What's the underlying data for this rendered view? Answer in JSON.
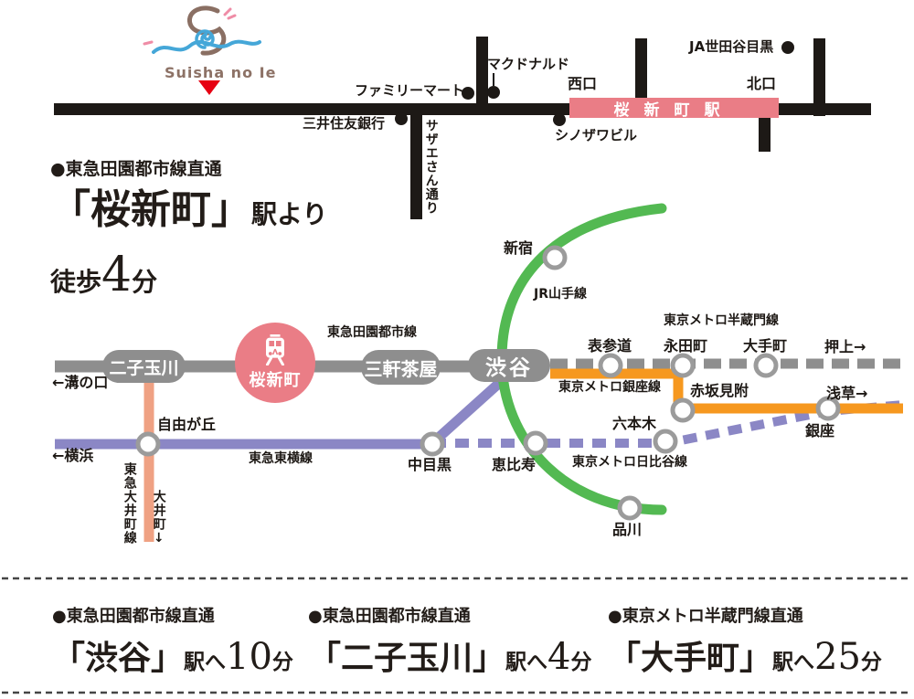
{
  "colors": {
    "pink": "#ea7d86",
    "line_gray": "#8e8e8e",
    "purple": "#8b87c5",
    "orange": "#f6981f",
    "green": "#53b952",
    "salmon": "#efa183",
    "road_black": "#1d1916",
    "marker_red": "#e60012",
    "logo_brown": "#8d7266",
    "logo_blue": "#45a7d8"
  },
  "logo": {
    "text": "Suisha no Ie"
  },
  "street_map": {
    "familymart": "ファミリーマート",
    "mcdonalds": "マクドナルド",
    "smbc_bank": "三井住友銀行",
    "sazae_street": "サザエさん通り",
    "west_exit": "西口",
    "north_exit": "北口",
    "station_box": "桜新町駅",
    "shinozawa_bldg": "シノザワビル",
    "ja_setagaya": "JA世田谷目黒"
  },
  "headline": {
    "line_note": "●東急田園都市線直通",
    "station": "「桜新町」",
    "from_suffix": "駅より",
    "walk_prefix": "徒歩",
    "minutes": "4",
    "unit": "分"
  },
  "rail_map": {
    "line_labels": {
      "denentoshi": "東急田園都市線",
      "yamanote": "JR山手線",
      "hanzomon": "東京メトロ半蔵門線",
      "ginza": "東京メトロ銀座線",
      "hibiya": "東京メトロ日比谷線",
      "toyoko": "東急東横線",
      "oimachi": "東急大井町線"
    },
    "stations": {
      "futakotamagawa": "二子玉川",
      "sakurashinmachi": "桜新町",
      "sangenjaya": "三軒茶屋",
      "shibuya": "渋谷",
      "shinjuku": "新宿",
      "jiyugaoka": "自由が丘",
      "nakameguro": "中目黒",
      "ebisu": "恵比寿",
      "roppongi": "六本木",
      "shinagawa": "品川",
      "omotesando": "表参道",
      "nagatacho": "永田町",
      "otemachi": "大手町",
      "akasaka_mitsuke": "赤坂見附",
      "ginza": "銀座"
    },
    "directions": {
      "mizonokuchi": "←溝の口",
      "yokohama": "←横浜",
      "oimachi_dir": "大井町↓",
      "oshiage": "押上→",
      "asakusa": "浅草→"
    }
  },
  "access_notes": [
    {
      "line_note": "●東急田園都市線直通",
      "station": "「渋谷」",
      "to_suffix": "駅へ",
      "minutes": "10",
      "unit": "分"
    },
    {
      "line_note": "●東急田園都市線直通",
      "station": "「二子玉川」",
      "to_suffix": "駅へ",
      "minutes": "4",
      "unit": "分"
    },
    {
      "line_note": "●東京メトロ半蔵門線直通",
      "station": "「大手町」",
      "to_suffix": "駅へ",
      "minutes": "25",
      "unit": "分"
    }
  ]
}
